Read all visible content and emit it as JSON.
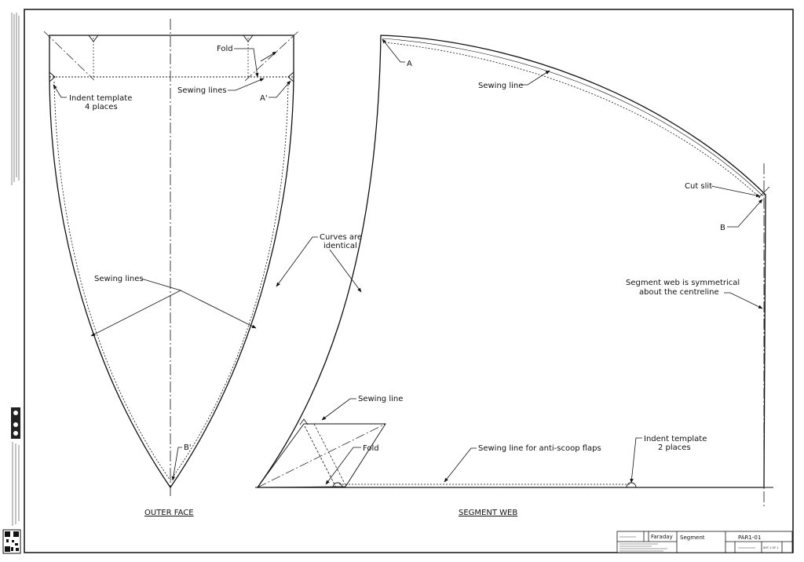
{
  "labels": {
    "fold_outer": "Fold",
    "sewing_lines_top": "Sewing lines",
    "a_prime": "A'",
    "indent_template_4": "Indent template",
    "indent_template_4_sub": "4 places",
    "sewing_lines_mid": "Sewing lines",
    "b_prime": "B'",
    "curves_identical_1": "Curves are",
    "curves_identical_2": "identical",
    "point_a": "A",
    "sewing_line_top": "Sewing line",
    "cut_slit": "Cut slit",
    "point_b": "B",
    "symmetrical_1": "Segment web is symmetrical",
    "symmetrical_2": "about the centreline",
    "sewing_line_bottom": "Sewing line",
    "fold_web": "Fold",
    "sewing_anti_scoop": "Sewing line for anti-scoop flaps",
    "indent_template_2": "Indent template",
    "indent_template_2_sub": "2 places"
  },
  "captions": {
    "outer_face": "OUTER FACE",
    "segment_web": "SEGMENT WEB"
  },
  "title_block": {
    "drawn_by": "Faraday",
    "title": "Segment",
    "drawing_number": "PAR1-01",
    "sheet": "SHT 1 OF 1"
  }
}
